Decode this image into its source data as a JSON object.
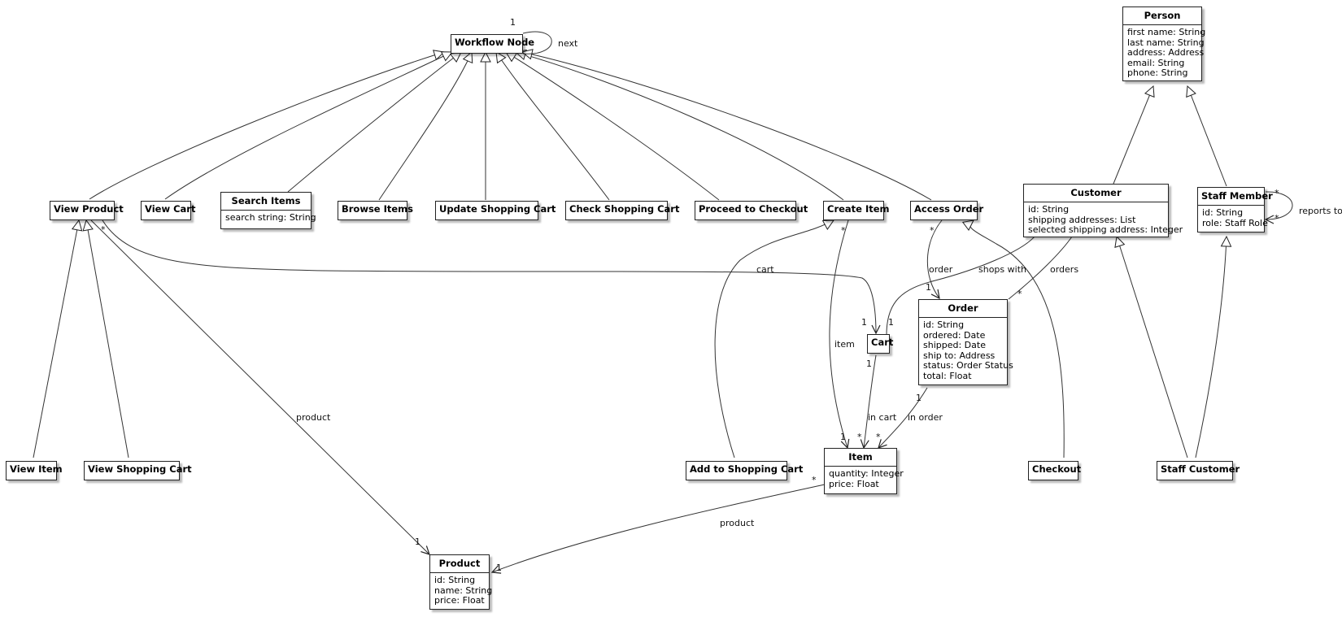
{
  "classes": {
    "workflow_node": {
      "title": "Workflow Node",
      "attrs": []
    },
    "view_product": {
      "title": "View Product",
      "attrs": []
    },
    "view_cart": {
      "title": "View Cart",
      "attrs": []
    },
    "search_items": {
      "title": "Search Items",
      "attrs": [
        "search string: String"
      ]
    },
    "browse_items": {
      "title": "Browse Items",
      "attrs": []
    },
    "update_shopping_cart": {
      "title": "Update Shopping Cart",
      "attrs": []
    },
    "check_shopping_cart": {
      "title": "Check Shopping Cart",
      "attrs": []
    },
    "proceed_to_checkout": {
      "title": "Proceed to Checkout",
      "attrs": []
    },
    "create_item": {
      "title": "Create Item",
      "attrs": []
    },
    "access_order": {
      "title": "Access Order",
      "attrs": []
    },
    "person": {
      "title": "Person",
      "attrs": [
        "first name: String",
        "last name: String",
        "address: Address",
        "email: String",
        "phone: String"
      ]
    },
    "customer": {
      "title": "Customer",
      "attrs": [
        "id: String",
        "shipping addresses: List",
        "selected shipping address: Integer"
      ]
    },
    "staff_member": {
      "title": "Staff Member",
      "attrs": [
        "id: String",
        "role: Staff Role"
      ]
    },
    "order": {
      "title": "Order",
      "attrs": [
        "id: String",
        "ordered: Date",
        "shipped: Date",
        "ship to:  Address",
        "status: Order Status",
        "total: Float"
      ]
    },
    "cart": {
      "title": "Cart",
      "attrs": []
    },
    "item": {
      "title": "Item",
      "attrs": [
        "quantity: Integer",
        "price: Float"
      ]
    },
    "product": {
      "title": "Product",
      "attrs": [
        "id: String",
        "name: String",
        "price: Float"
      ]
    },
    "view_item": {
      "title": "View Item",
      "attrs": []
    },
    "view_shopping_cart": {
      "title": "View Shopping Cart",
      "attrs": []
    },
    "add_to_shopping_cart": {
      "title": "Add to Shopping Cart",
      "attrs": []
    },
    "checkout": {
      "title": "Checkout",
      "attrs": []
    },
    "staff_customer": {
      "title": "Staff Customer",
      "attrs": []
    }
  },
  "association_labels": {
    "next": "next",
    "cart": "cart",
    "item": "item",
    "product": "product",
    "in_cart": "in cart",
    "in_order": "in order",
    "order": "order",
    "shops_with": "shops with",
    "orders": "orders",
    "reports_to": "reports to",
    "item_product": "product"
  },
  "multiplicities": {
    "next_1": "1",
    "vp_cart_star": "*",
    "vp_cart_1": "1",
    "vp_product_1": "1",
    "ci_item_star": "*",
    "ci_item_1": "1",
    "cart_item_1": "1",
    "cart_item_star": "*",
    "order_item_1": "1",
    "order_item_star": "*",
    "ao_order_star": "*",
    "ao_order_1": "1",
    "cust_cart_1": "1",
    "cust_order_star": "*",
    "item_product_star": "*",
    "item_product_1": "1",
    "reports_star_a": "*",
    "reports_star_b": "*"
  }
}
